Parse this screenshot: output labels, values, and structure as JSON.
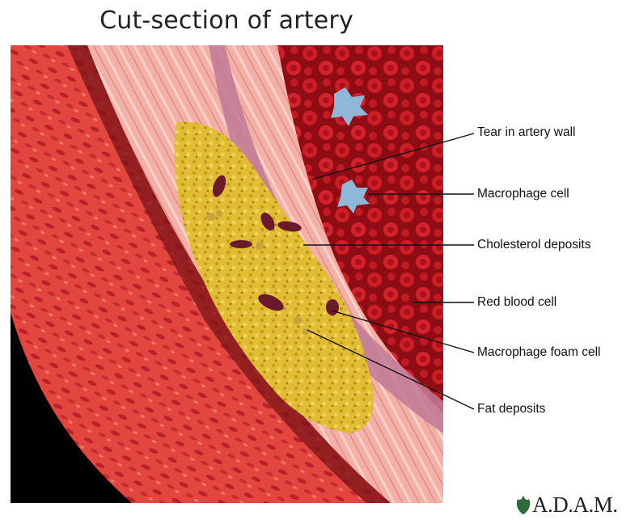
{
  "title": "Cut-section of artery",
  "labels": [
    "Tear in artery wall",
    "Macrophage cell",
    "Cholesterol deposits",
    "Red blood cell",
    "Macrophage foam cell",
    "Fat deposits"
  ],
  "logo": {
    "text": "A.D.A.M."
  },
  "colors": {
    "outer_wall": "#e2463f",
    "muscle_layer": "#f2a8a0",
    "plaque": "#dcb52a",
    "blood": "#b5121b",
    "lining": "#c07a97"
  }
}
